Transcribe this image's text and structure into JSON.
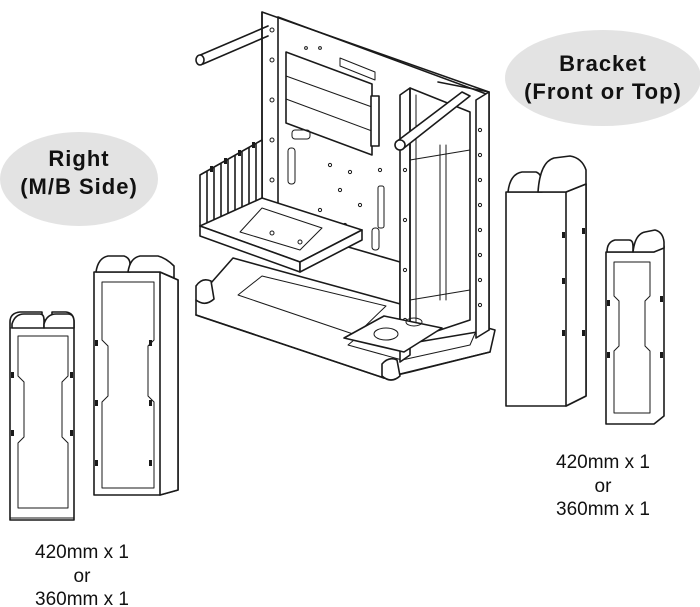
{
  "labels": {
    "right_line1": "Right",
    "right_line2": "(M/B Side)",
    "bracket_line1": "Bracket",
    "bracket_line2": "(Front or Top)"
  },
  "specs": {
    "left_line1": "420mm x 1",
    "left_line2": "or",
    "left_line3": "360mm x 1",
    "right_line1": "420mm x 1",
    "right_line2": "or",
    "right_line3": "360mm x 1"
  },
  "colors": {
    "callout_fill": "#e3e3e3",
    "line": "#1a1a1a"
  }
}
